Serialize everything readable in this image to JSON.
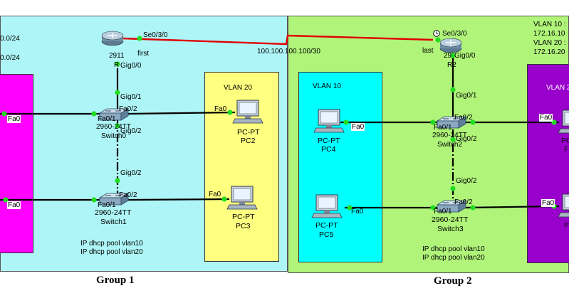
{
  "areas": {
    "group1_bg": "#aef5f7",
    "group2_bg": "#b0f57a",
    "magenta": "#ff00ff",
    "yellow": "#ffff80",
    "cyan": "#00ffff",
    "purple": "#9900cc"
  },
  "colors": {
    "link": "#000000",
    "serial": "#e00000",
    "port": "#22dd22"
  },
  "text": {
    "net_a": "0.0/24",
    "net_b": "0.0/24",
    "r1_port": "Se0/3/0",
    "r1_name": "2911",
    "r1_sub": "R",
    "r1_gig": "Gig0/0",
    "first": "first",
    "serial_net": "100.100.100.100/30",
    "r2_port": "Se0/3/0",
    "r2_name": "29",
    "r2_sub": "R2",
    "r2_gig": "Gig0/0",
    "last": "last",
    "vlan_info_1": "VLAN 10 :",
    "vlan_info_2": "172.16.10",
    "vlan_info_3": "VLAN 20 :",
    "vlan_info_4": "172.16.20",
    "vlan20": "VLAN 20",
    "vlan10": "VLAN 10",
    "vlan2_cut": "VLAN 2",
    "s0_gig01": "Gig0/1",
    "s0_fa01": "Fa0/1",
    "s0_fa02": "Fa0/2",
    "s0_model": "2960-24TT",
    "s0_name": "Switch0",
    "s0_gig02": "Gig0/2",
    "s1_gig02": "Gig0/2",
    "s1_fa01": "Fa0/1",
    "s1_fa02": "Fa0/2",
    "s1_model": "2960-24TT",
    "s1_name": "Switch1",
    "s2_gig01": "Gig0/1",
    "s2_fa01": "Fa0/1",
    "s2_fa02": "Fa0/2",
    "s2_model": "2960-24TT",
    "s2_name": "Switch2",
    "s2_gig02": "Gig0/2",
    "s3_gig02": "Gig0/2",
    "s3_fa01": "Fa0/1",
    "s3_fa02": "Fa0/2",
    "s3_model": "2960-24TT",
    "s3_name": "Switch3",
    "left_fa0_top": "Fa0",
    "left_fa0_bottom": "Fa0",
    "pc2_fa0": "Fa0",
    "pc2_type": "PC-PT",
    "pc2_name": "PC2",
    "pc3_fa0": "Fa0",
    "pc3_type": "PC-PT",
    "pc3_name": "PC3",
    "pc4_fa0": "Fa0",
    "pc4_type": "PC-PT",
    "pc4_name": "PC4",
    "pc5_fa0": "Fa0",
    "pc5_type": "PC-PT",
    "pc5_name": "PC5",
    "right_fa0_top": "Fa0",
    "right_fa0_bottom": "Fa0",
    "right_pc_top_type": "PC",
    "right_pc_top_name": "F",
    "right_pc_bottom_name": "P",
    "dhcp1_a": "IP dhcp pool vlan10",
    "dhcp1_b": "IP dhcp pool vlan20",
    "dhcp2_a": "IP dhcp pool vlan10",
    "dhcp2_b": "IP dhcp pool vlan20",
    "group1": "Group 1",
    "group2": "Group 2"
  },
  "icons": {
    "router": "router-icon",
    "switch": "switch-icon",
    "pc": "pc-icon",
    "clock": "clock-icon"
  }
}
